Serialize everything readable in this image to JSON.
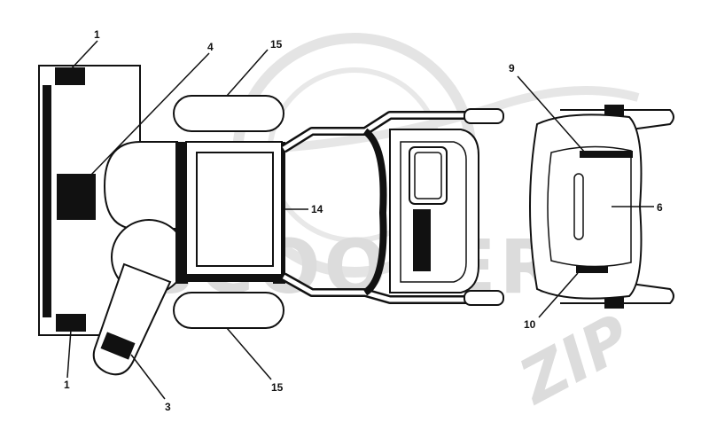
{
  "watermark": {
    "text": "SCOOTER",
    "suffix": "ZIP",
    "color": "#dcdcdc"
  },
  "callouts": {
    "c1_top": "1",
    "c1_bottom": "1",
    "c3": "3",
    "c4": "4",
    "c6": "6",
    "c9": "9",
    "c10": "10",
    "c14": "14",
    "c15_top": "15",
    "c15_bottom": "15"
  },
  "colors": {
    "ink": "#111111",
    "label_fill": "#111111",
    "paper": "#ffffff"
  }
}
